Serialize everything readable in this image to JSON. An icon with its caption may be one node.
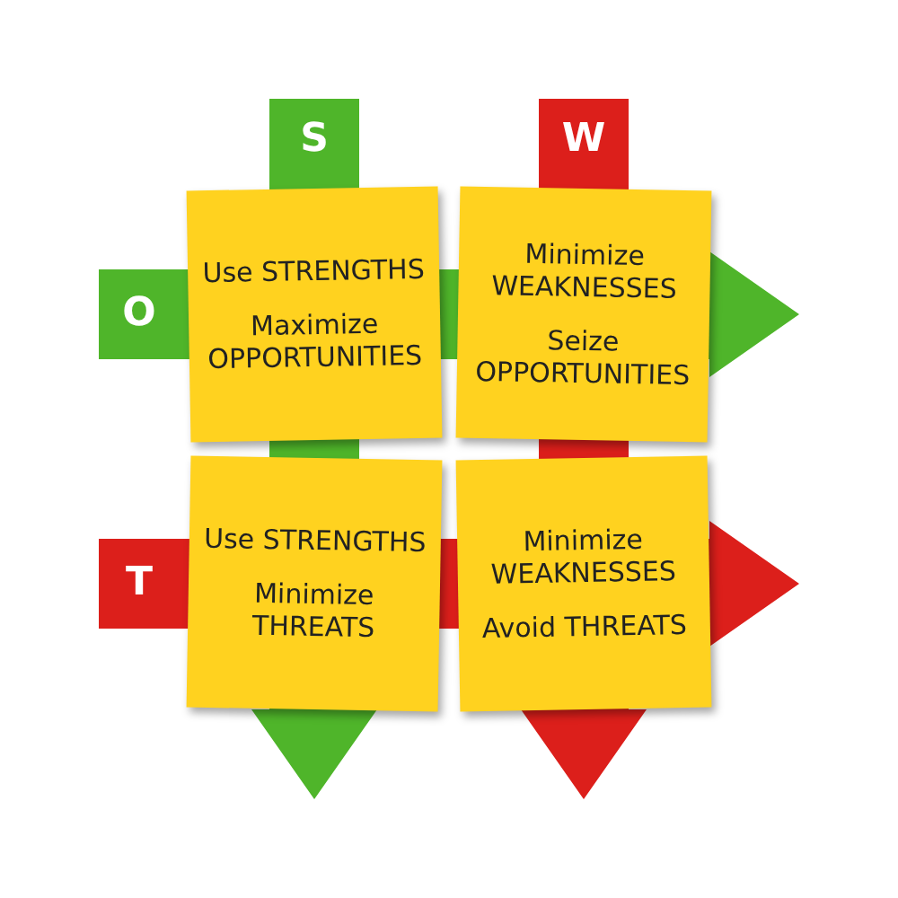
{
  "diagram": {
    "nodes": [
      {
        "text": [
          "S"
        ]
      },
      {
        "text": [
          "W"
        ]
      },
      {
        "text": [
          "O"
        ]
      },
      {
        "text": [
          "Use STRENGTHS",
          "Maximize OPPORTUNITIES"
        ]
      },
      {
        "text": [
          "Minimize WEAKNESSES",
          "Seize OPPORTUNITIES"
        ]
      },
      {
        "text": [
          "T"
        ]
      },
      {
        "text": [
          "Use STRENGTHS",
          "Minimize THREATS"
        ]
      },
      {
        "text": [
          "Minimize WEAKNESSES",
          "Avoid THREATS"
        ]
      }
    ]
  }
}
